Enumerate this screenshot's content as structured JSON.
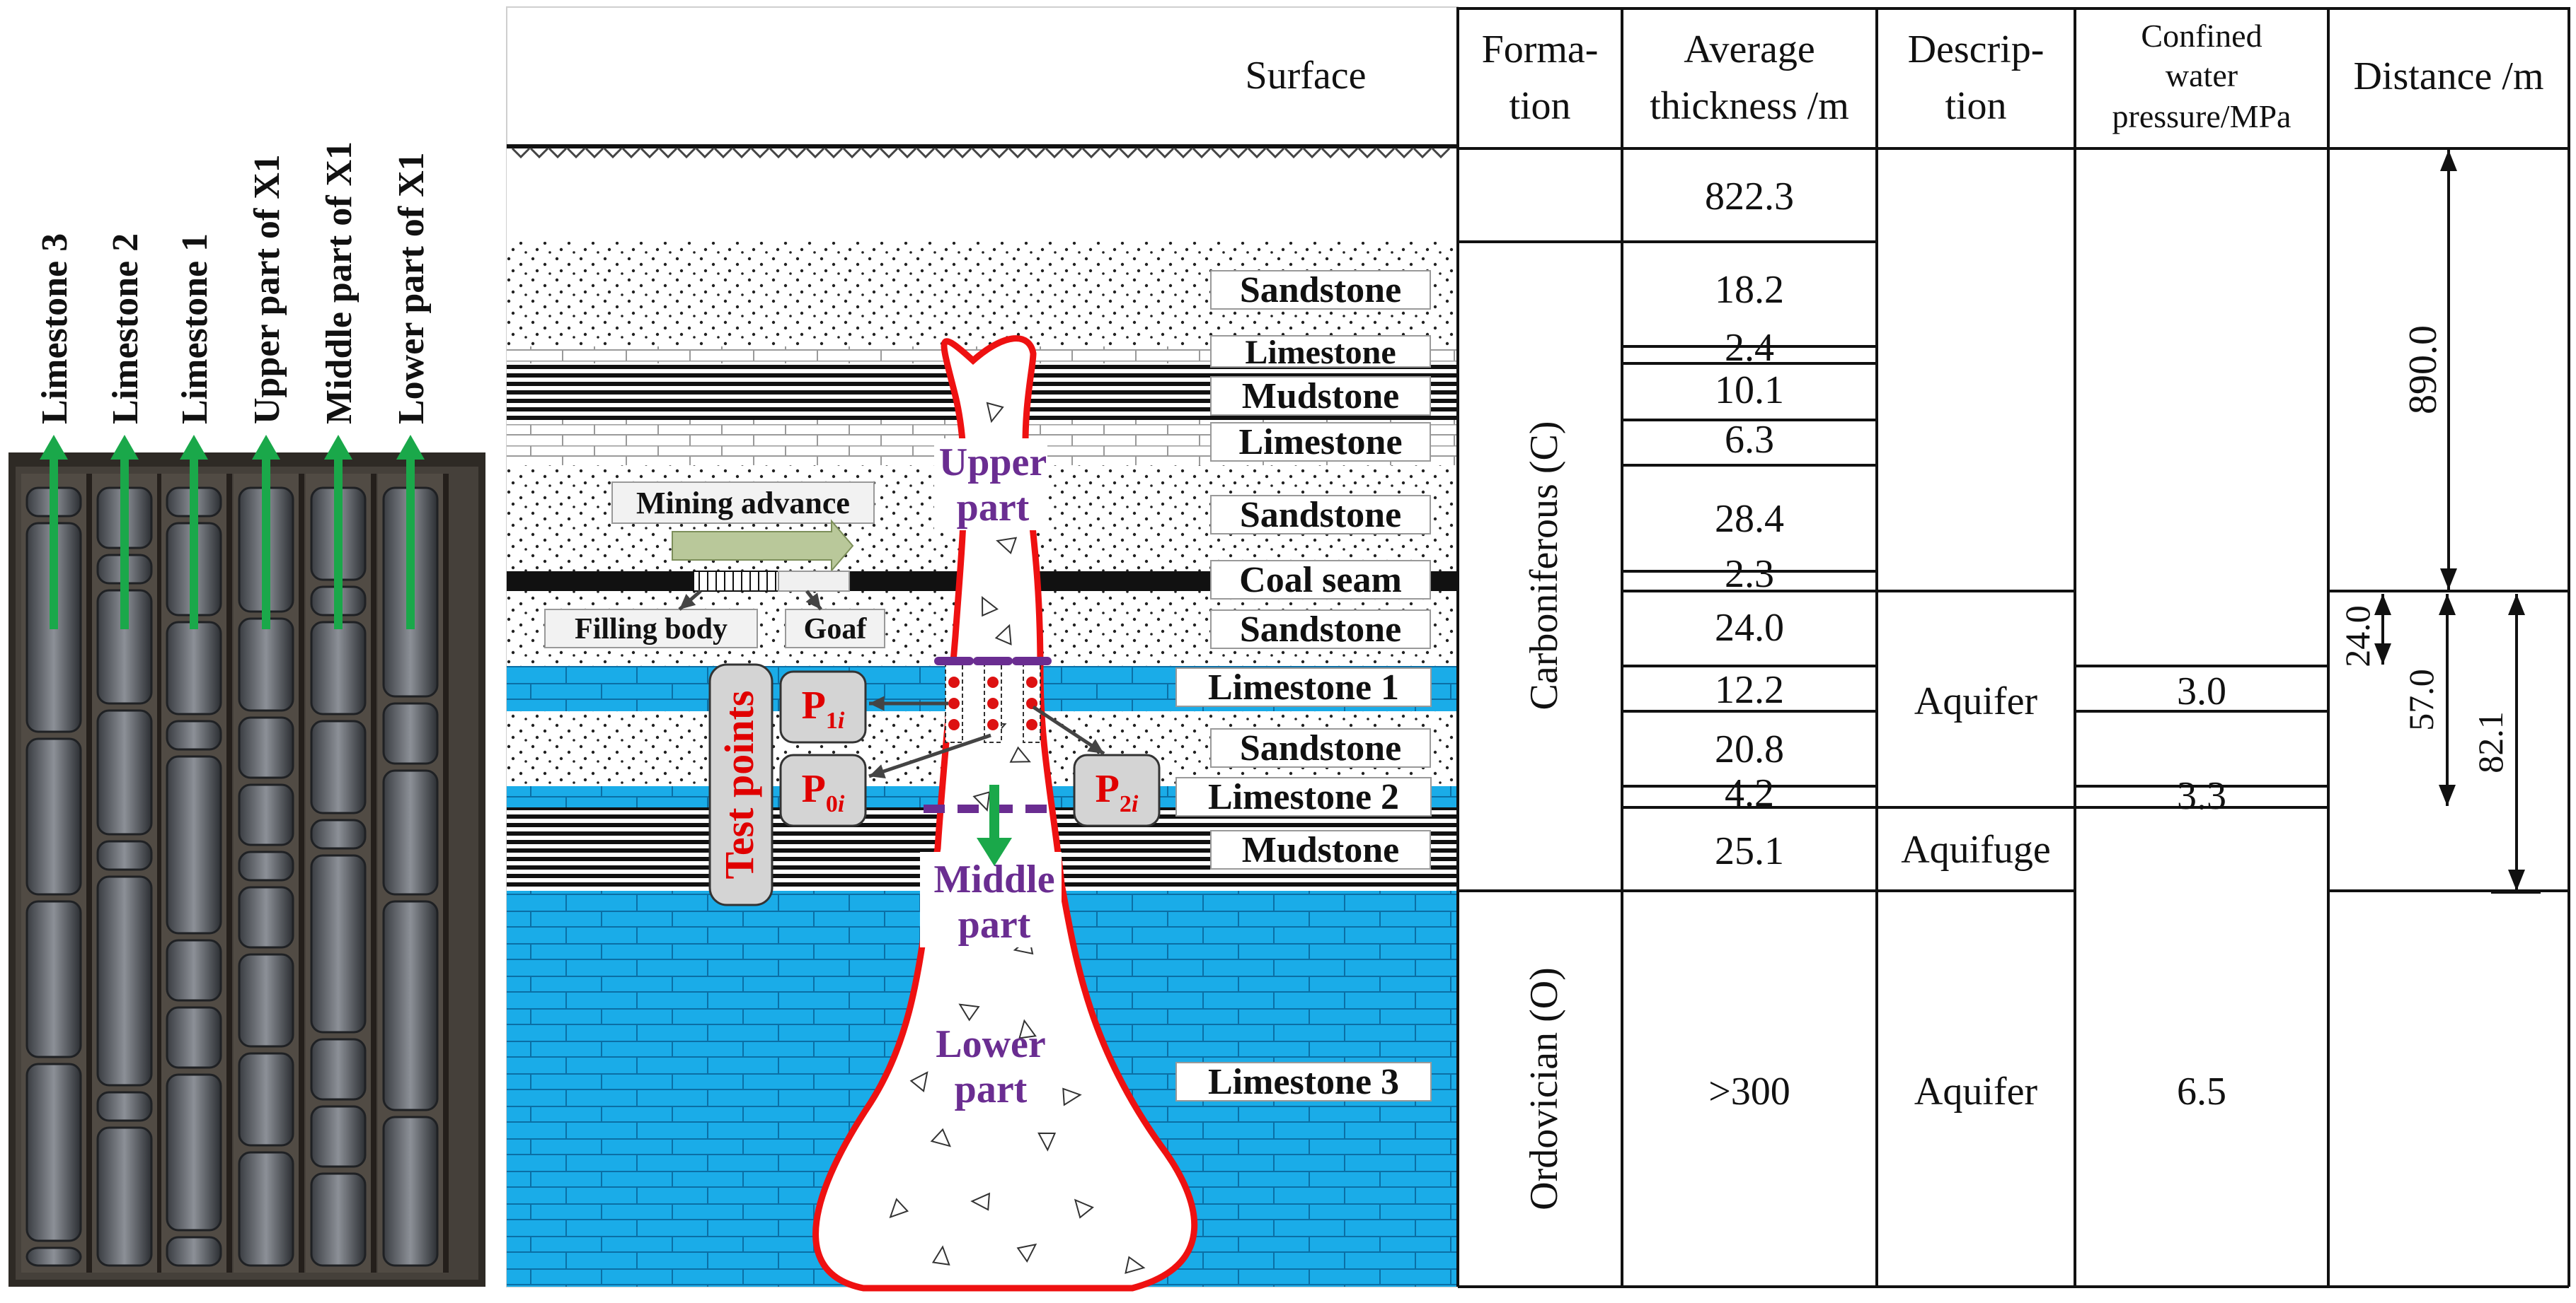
{
  "photo": {
    "labels": [
      "Limestone 3",
      "Limestone 2",
      "Limestone 1",
      "Upper part of X1",
      "Middle part of X1",
      "Lower part of X1"
    ]
  },
  "section": {
    "surface_label": "Surface",
    "strata": [
      {
        "label": "Sandstone"
      },
      {
        "label": "Limestone"
      },
      {
        "label": "Mudstone"
      },
      {
        "label": "Limestone"
      },
      {
        "label": "Sandstone"
      },
      {
        "label": "Coal seam"
      },
      {
        "label": "Sandstone"
      },
      {
        "label": "Limestone 1"
      },
      {
        "label": "Sandstone"
      },
      {
        "label": "Limestone 2"
      },
      {
        "label": "Mudstone"
      },
      {
        "label": "Limestone 3"
      }
    ],
    "mining_advance": "Mining advance",
    "filling_body": "Filling body",
    "goaf": "Goaf",
    "upper_part": [
      "Upper",
      "part"
    ],
    "middle_part": [
      "Middle",
      "part"
    ],
    "lower_part": [
      "Lower",
      "part"
    ],
    "test_points": "Test points",
    "points": [
      {
        "base": "P",
        "sub": "1",
        "idx": "i"
      },
      {
        "base": "P",
        "sub": "0",
        "idx": "i"
      },
      {
        "base": "P",
        "sub": "2",
        "idx": "i"
      }
    ],
    "colors": {
      "aquifer": "#1aace8",
      "pipe_outline": "#ee1111",
      "part_label": "#6a2d91",
      "arrow_green": "#1aa84a",
      "dash_purple": "#6a2d91"
    }
  },
  "table": {
    "headers": {
      "formation": [
        "Forma-",
        "tion"
      ],
      "thickness": [
        "Average",
        "thickness /m"
      ],
      "description": [
        "Descrip-",
        "tion"
      ],
      "pressure": [
        "Confined",
        "water",
        "pressure/MPa"
      ],
      "distance": "Distance /m"
    },
    "formations": [
      "Carboniferous (C)",
      "Ordovician (O)"
    ],
    "thickness": [
      "822.3",
      "18.2",
      "2.4",
      "10.1",
      "6.3",
      "28.4",
      "2.3",
      "24.0",
      "12.2",
      "20.8",
      "4.2",
      "25.1",
      ">300"
    ],
    "descriptions": [
      "Aquifer",
      "Aquifuge",
      "Aquifer"
    ],
    "pressures": [
      "3.0",
      "3.3",
      "6.5"
    ],
    "distances": [
      "890.0",
      "24.0",
      "57.0",
      "82.1"
    ]
  }
}
